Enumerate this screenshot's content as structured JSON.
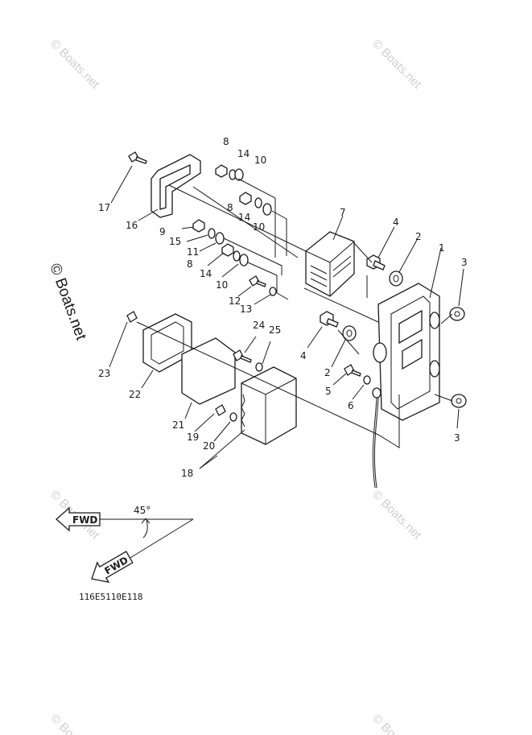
{
  "watermark": {
    "text": "© Boats.net"
  },
  "side_watermark": {
    "text": "© Boats.net"
  },
  "diagram_code": "116E5110E118",
  "fwd_label": "FWD",
  "angle_label": "45°",
  "callouts": [
    "1",
    "2",
    "2",
    "3",
    "3",
    "4",
    "4",
    "5",
    "6",
    "7",
    "8",
    "8",
    "8",
    "9",
    "10",
    "10",
    "10",
    "11",
    "12",
    "13",
    "14",
    "14",
    "14",
    "15",
    "16",
    "17",
    "18",
    "19",
    "20",
    "21",
    "22",
    "23",
    "24",
    "25"
  ],
  "colors": {
    "ink": "#1a1a1a",
    "watermark": "#cfcfcf",
    "background": "#ffffff"
  }
}
